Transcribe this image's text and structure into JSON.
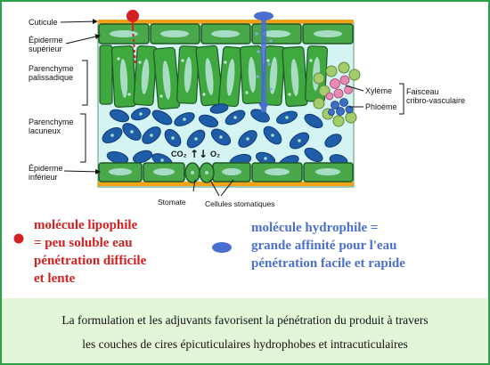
{
  "labels": {
    "cuticule": "Cuticule",
    "epiderme_sup_1": "Épiderme",
    "epiderme_sup_2": "supérieur",
    "parenchyme_pal_1": "Parenchyme",
    "parenchyme_pal_2": "palissadique",
    "parenchyme_lac_1": "Parenchyme",
    "parenchyme_lac_2": "lacuneux",
    "epiderme_inf_1": "Épiderme",
    "epiderme_inf_2": "inférieur",
    "stomate": "Stomate",
    "cellules_stomatiques": "Cellules stomatiques",
    "xyleme": "Xylème",
    "phloeme": "Phloème",
    "faisceau_1": "Faisceau",
    "faisceau_2": "cribro-vasculaire",
    "co2": "CO₂",
    "o2": "O₂",
    "gas_arrows": "↑↓"
  },
  "legend": {
    "lipophile": {
      "text": "molécule lipophile\n    = peu  soluble eau\npénétration difficile\net lente",
      "color": "#d42020"
    },
    "hydrophile": {
      "text": "molécule hydrophile =\ngrande affinité pour l'eau\npénétration facile et rapide",
      "color": "#4a6fd0"
    }
  },
  "footer": {
    "line1": "La formulation et les adjuvants favorisent la pénétration du produit à travers",
    "line2": "les couches de cires épicuticulaires hydrophobes et intracuticulaires"
  },
  "colors": {
    "cuticle": "#f0a318",
    "epidermis": "#49a84a",
    "palisade_cell": "#3fa83f",
    "chloroplast": "#a8dcc4",
    "spongy_background": "#d4f4f4",
    "spongy_cell": "#1f5da8",
    "xylem": "#e98ab3",
    "phloem": "#3b6fc4",
    "bundle_sheath": "#a4cc6a",
    "lipophile_marker": "#d42020",
    "hydrophile_marker": "#4a6fd0",
    "footer_bg": "#e4f6d8"
  }
}
